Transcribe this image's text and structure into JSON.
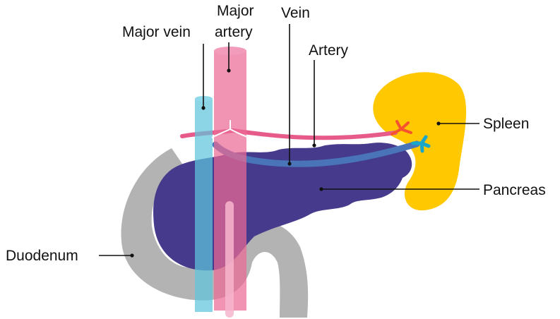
{
  "labels": {
    "major_vein": "Major vein",
    "major_artery_line1": "Major",
    "major_artery_line2": "artery",
    "vein": "Vein",
    "artery": "Artery",
    "spleen": "Spleen",
    "pancreas": "Pancreas",
    "duodenum": "Duodenum"
  },
  "colors": {
    "duodenum": "#b3b3b3",
    "pancreas": "#463a8c",
    "spleen": "#ffc800",
    "major_artery": "#eb6994",
    "major_vein": "#5ec5dd",
    "artery": "#e65b8a",
    "vein": "#4a74b8",
    "splenic_artery_branch": "#f4532e",
    "splenic_vein_branch": "#1aa6c9"
  }
}
